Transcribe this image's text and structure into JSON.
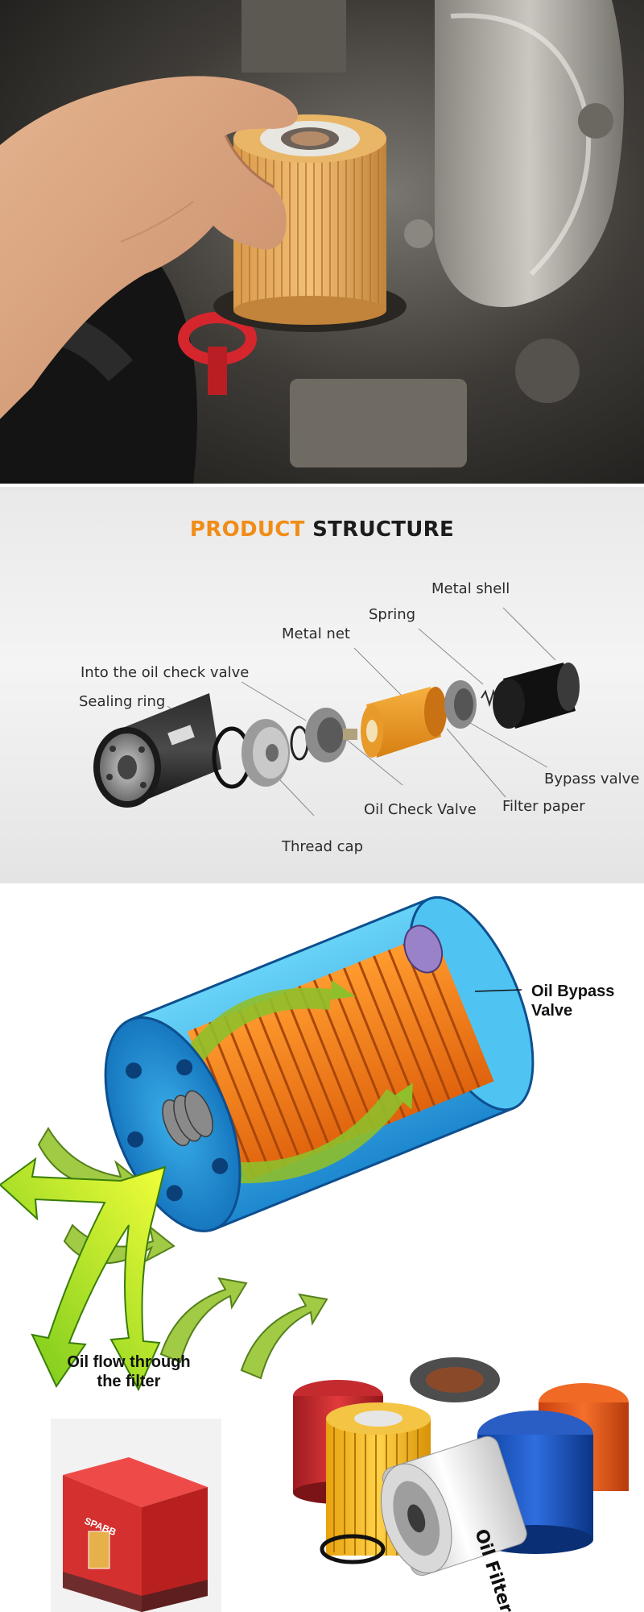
{
  "structure": {
    "title_accent": "PRODUCT",
    "title_rest": "STRUCTURE",
    "colors": {
      "accent": "#f08d18",
      "text": "#1c1c1c"
    },
    "labels": {
      "metal_shell": "Metal shell",
      "spring": "Spring",
      "metal_net": "Metal net",
      "oil_check_valve_into": "Into the oil check valve",
      "sealing_ring": "Sealing ring",
      "bypass_valve": "Bypass valve",
      "filter_paper": "Filter paper",
      "oil_check_valve": "Oil Check Valve",
      "thread_cap": "Thread cap"
    }
  },
  "flow": {
    "bypass_valve_label": [
      "Oil Bypass",
      "Valve"
    ],
    "flow_label": [
      "Oil flow through",
      "the filter"
    ]
  },
  "products": {
    "box_brand": "SPABB",
    "canister_text": "Oil Filter"
  }
}
